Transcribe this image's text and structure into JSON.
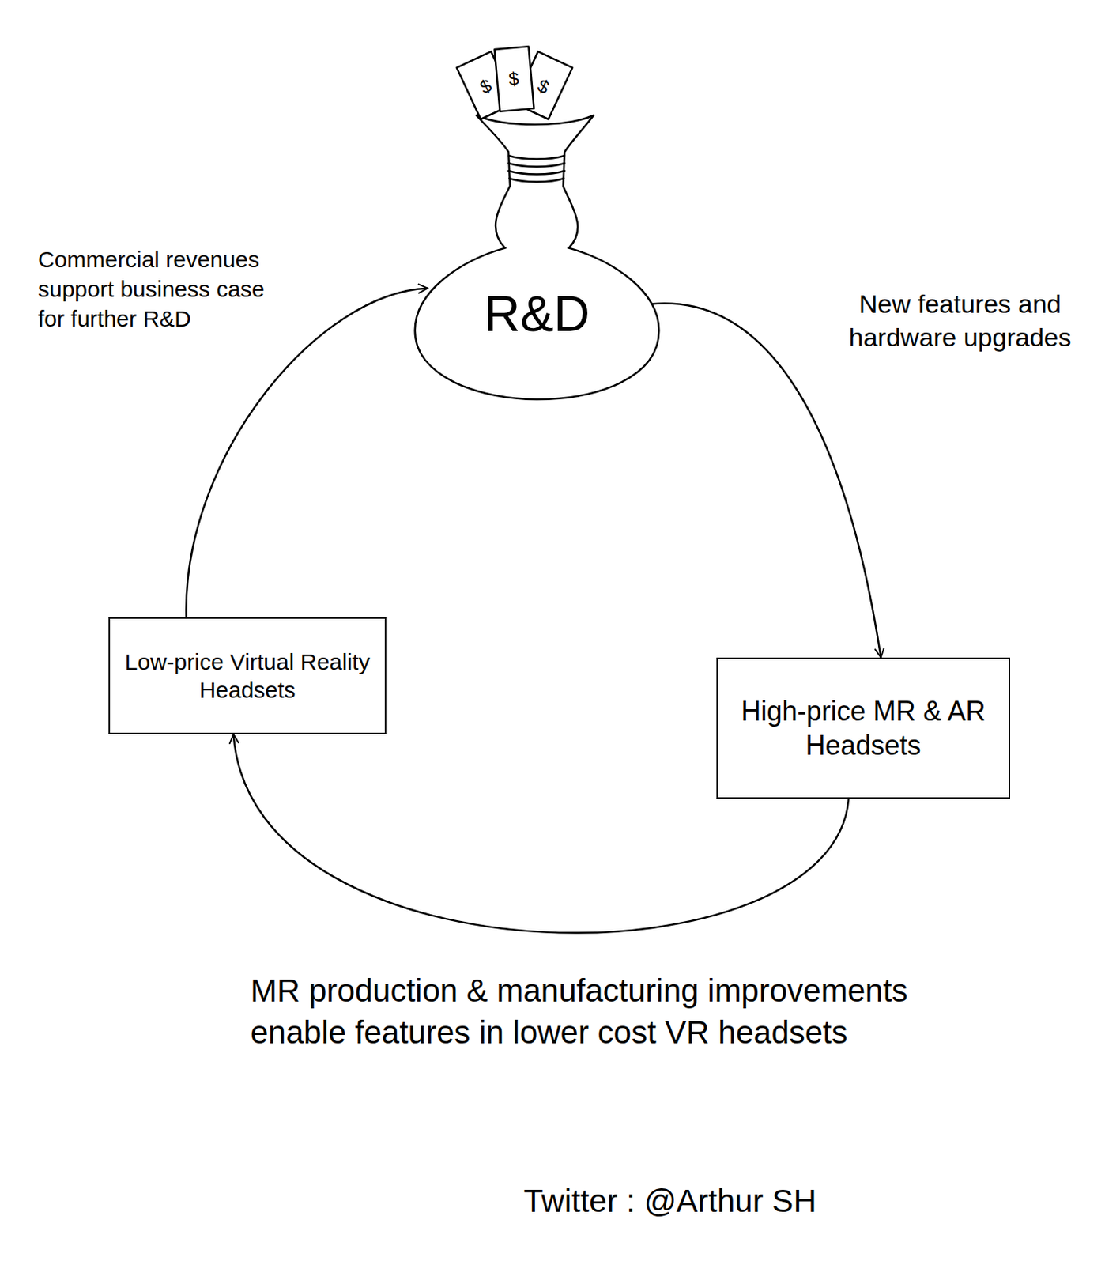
{
  "diagram": {
    "nodes": [
      {
        "text": [
          "R&D"
        ]
      },
      {
        "text": [
          "Low-price Virtual Reality Headsets"
        ]
      },
      {
        "text": [
          "High-price MR & AR Headsets"
        ]
      }
    ],
    "edges": [
      {
        "from": 0,
        "to": 2,
        "arrow": "to",
        "label": "New features and hardware upgrades"
      },
      {
        "from": 2,
        "to": 1,
        "arrow": "to",
        "label": "MR production & manufacturing improvements enable features in lower cost VR headsets"
      },
      {
        "from": 1,
        "to": 0,
        "arrow": "to",
        "label": "Commercial revenues support business case for further R&D"
      }
    ],
    "labels": [
      "$",
      "$",
      "$",
      "Twitter : @Arthur SH"
    ]
  }
}
